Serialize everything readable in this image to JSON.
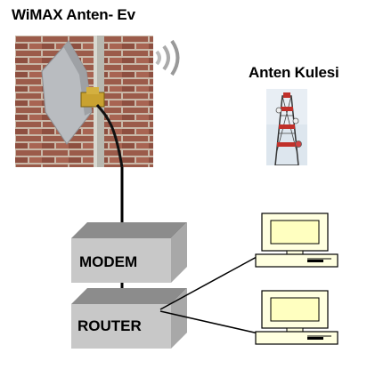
{
  "title": "WiMAX Anten- Ev",
  "tower_label": "Anten Kulesi",
  "modem_label": "MODEM",
  "router_label": "ROUTER",
  "icons": {
    "antenna_photo": "wimax-antenna-photo-icon",
    "signal_waves": "signal-waves-icon",
    "tower_photo": "antenna-tower-photo-icon",
    "computer_1": "desktop-computer-icon",
    "computer_2": "desktop-computer-icon"
  },
  "colors": {
    "box_face": "#c8c8c8",
    "box_top": "#8c8c8c",
    "monitor_screen": "#ffffc0",
    "computer_body": "#ffffe0",
    "brick": "#9b5b4a"
  }
}
